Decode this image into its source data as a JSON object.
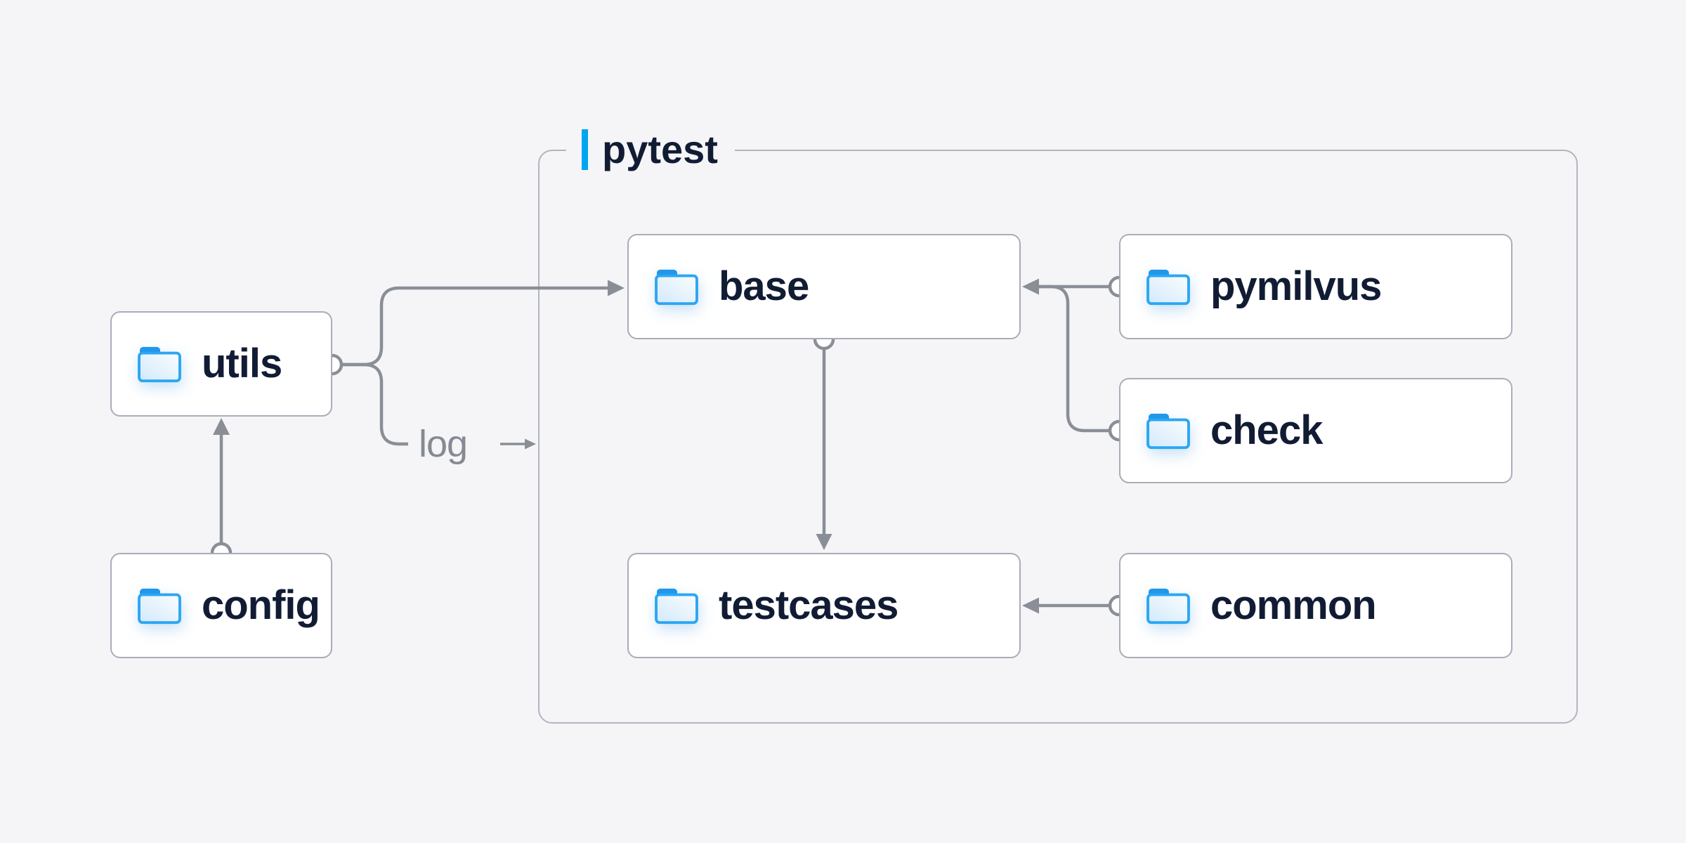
{
  "container": {
    "label": "pytest"
  },
  "log_label": "log",
  "nodes": [
    {
      "id": "utils",
      "label": "utils",
      "inside_pytest": false
    },
    {
      "id": "config",
      "label": "config",
      "inside_pytest": false
    },
    {
      "id": "base",
      "label": "base",
      "inside_pytest": true
    },
    {
      "id": "testcases",
      "label": "testcases",
      "inside_pytest": true
    },
    {
      "id": "pymilvus",
      "label": "pymilvus",
      "inside_pytest": true
    },
    {
      "id": "check",
      "label": "check",
      "inside_pytest": true
    },
    {
      "id": "common",
      "label": "common",
      "inside_pytest": true
    }
  ],
  "edges": [
    {
      "from": "config",
      "to": "utils"
    },
    {
      "from": "utils",
      "to": "base"
    },
    {
      "from": "utils",
      "to": "log",
      "label": "log"
    },
    {
      "from": "base",
      "to": "testcases"
    },
    {
      "from": "pymilvus",
      "to": "base"
    },
    {
      "from": "check",
      "to": "base"
    },
    {
      "from": "common",
      "to": "testcases"
    }
  ],
  "icons": {
    "node_icon": "folder-icon"
  },
  "colors": {
    "background": "#f5f5f7",
    "box_border": "#a9adb9",
    "container_border": "#b2b5c1",
    "connector": "#8a8e97",
    "text": "#111c34",
    "accent_blue": "#00a6f1",
    "folder_blue": "#2ba6f3",
    "folder_tab": "#1f97ea",
    "folder_fill_top": "#fafdff",
    "folder_fill_bottom": "#d2e9fa",
    "log_text": "#868a94"
  }
}
